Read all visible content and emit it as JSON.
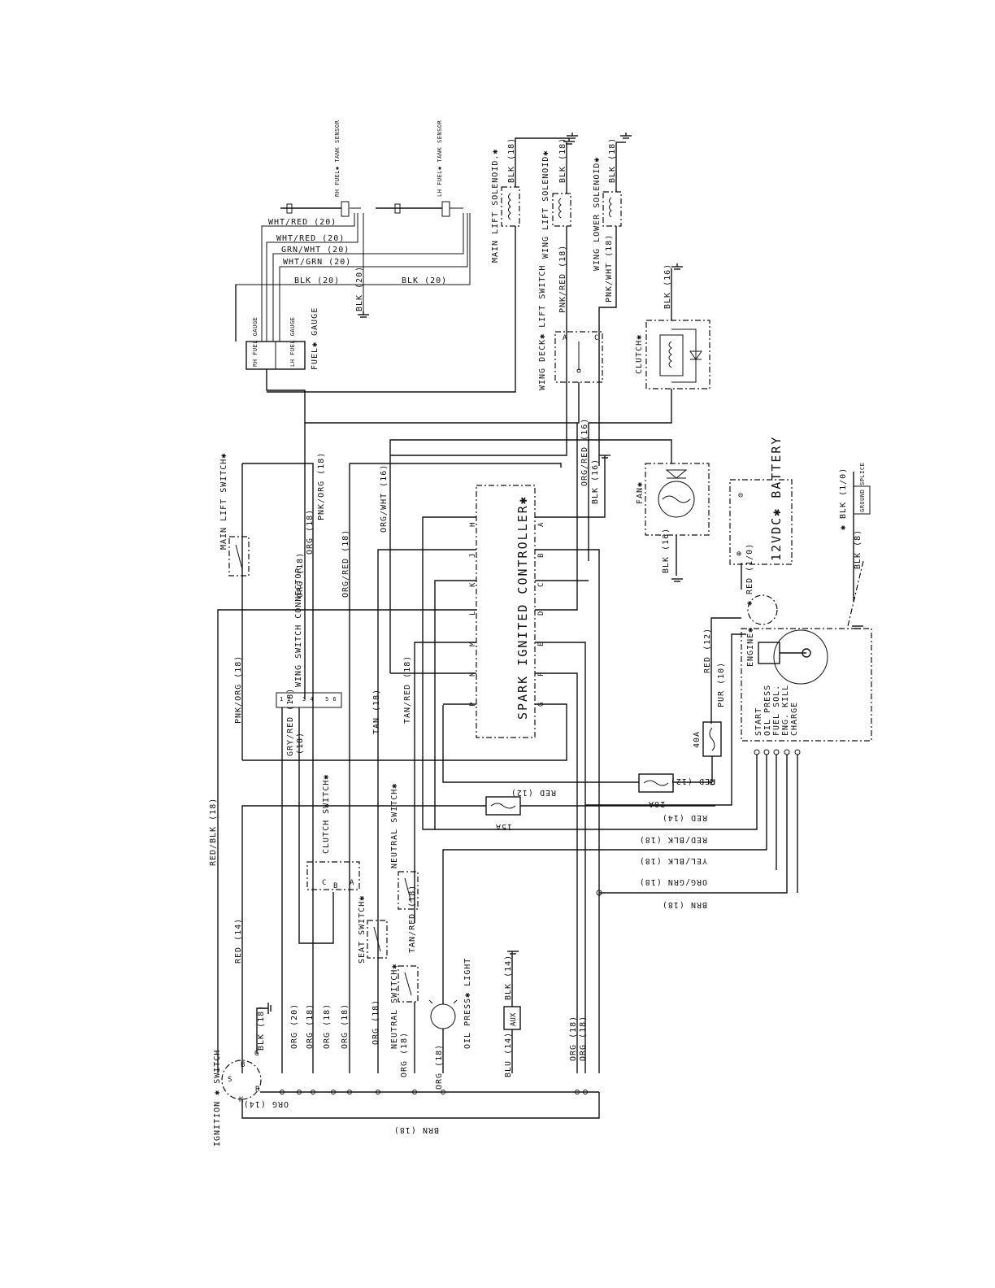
{
  "labels": {
    "ignition_switch": "IGNITION ✱ SWITCH",
    "ign_terms": [
      "S",
      "B",
      "G",
      "K",
      "R"
    ],
    "main_lift_switch": "MAIN LIFT SWITCH✱",
    "wing_switch_connector": "WING SWITCH CONNECTOR",
    "clutch_switch": "CLUTCH SWITCH✱",
    "neutral_switch_top": "NEUTRAL SWITCH✱",
    "seat_switch": "SEAT SWITCH✱",
    "neutral_switch_bottom": "NEUTRAL SWITCH✱",
    "oil_press_light": "OIL PRESS✱ LIGHT",
    "aux": "AUX",
    "spark_controller": "SPARK IGNITED CONTROLLER✱",
    "left_pins": [
      "H",
      "J",
      "K",
      "L",
      "M",
      "N",
      "P"
    ],
    "right_pins": [
      "A",
      "B",
      "C",
      "D",
      "E",
      "F",
      "G"
    ],
    "fuel_gauge": "FUEL✱ GAUGE",
    "rh_gauge": "RH FUEL GAUGE",
    "lh_gauge": "LH FUEL GAUGE",
    "rh_sensor": "RH FUEL✱ TANK SENSOR",
    "lh_sensor": "LH FUEL✱ TANK SENSOR",
    "main_lift_solenoid": "MAIN LIFT SOLENOID.✱",
    "wing_lift_solenoid": "WING LIFT SOLENOID✱",
    "wing_lower_solenoid": "WING LOWER SOLENOID✱",
    "wing_deck_lift_switch": "WING DECK✱ LIFT SWITCH",
    "clutch": "CLUTCH✱",
    "fan": "FAN✱",
    "battery": "12VDC✱ BATTERY",
    "ground_splice": "GROUND SPLICE",
    "engine": "ENGINE✱",
    "engine_terms": [
      "START",
      "OIL PRESS",
      "FUEL SOL.",
      "ENG. KILL",
      "CHARGE"
    ],
    "fuse_40": "40A",
    "fuse_20": "20A",
    "fuse_15": "15A"
  },
  "wires": {
    "wht_red_20": "WHT/RED (20)",
    "grn_wht_20": "GRN/WHT (20)",
    "wht_grn_20": "WHT/GRN (20)",
    "blk_20": "BLK (20)",
    "blk_18": "BLK (18)",
    "blk_16": "BLK (16)",
    "blk_14": "BLK (14)",
    "pnk_red_18": "PNK/RED (18)",
    "pnk_wht_18": "PNK/WHT (18)",
    "org_red_16": "ORG/RED (16)",
    "org_wht_16": "ORG/WHT (16)",
    "org_18": "ORG (18)",
    "org_20": "ORG (20)",
    "org_14": "ORG (14)",
    "pnk_org_18": "PNK/ORG (18)",
    "org_red_18": "ORG/RED (18)",
    "gry_red_18": "GRY/RED (18)",
    "tan_18": "TAN (18)",
    "tan_red_18": "TAN/RED (18)",
    "red_blk_18": "RED/BLK (18)",
    "red_14": "RED (14)",
    "red_12": "RED (12)",
    "pur_10": "PUR (10)",
    "red_1_0": "✱ RED (1/0)",
    "blk_1_0": "✱ BLK (1/0)",
    "blk_8": "BLK (8)",
    "yel_blk_18": "YEL/BLK (18)",
    "org_grn_18": "ORG/GRN (18)",
    "brn_18": "BRN (18)",
    "blu_14": "BLU (14)"
  }
}
